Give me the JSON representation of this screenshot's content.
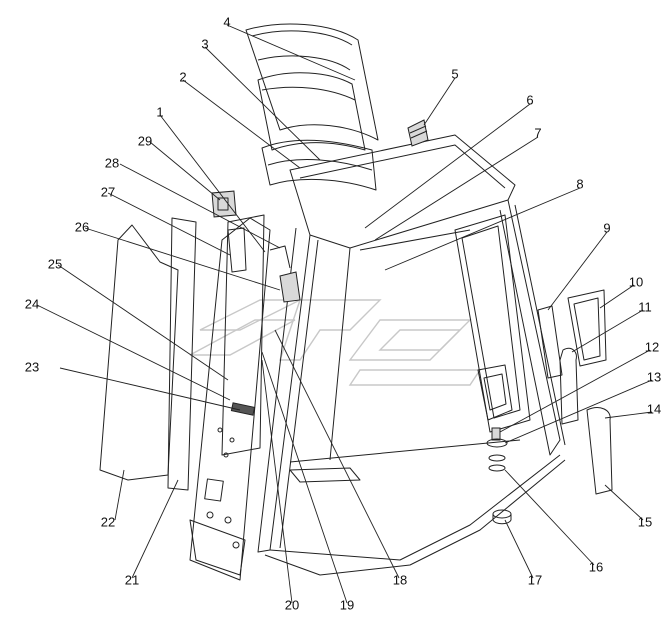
{
  "diagram": {
    "callouts": [
      {
        "label": "1"
      },
      {
        "label": "2"
      },
      {
        "label": "3"
      },
      {
        "label": "4"
      },
      {
        "label": "5"
      },
      {
        "label": "6"
      },
      {
        "label": "7"
      },
      {
        "label": "8"
      },
      {
        "label": "9"
      },
      {
        "label": "10"
      },
      {
        "label": "11"
      },
      {
        "label": "12"
      },
      {
        "label": "13"
      },
      {
        "label": "14"
      },
      {
        "label": "15"
      },
      {
        "label": "16"
      },
      {
        "label": "17"
      },
      {
        "label": "18"
      },
      {
        "label": "19"
      },
      {
        "label": "20"
      },
      {
        "label": "21"
      },
      {
        "label": "22"
      },
      {
        "label": "23"
      },
      {
        "label": "24"
      },
      {
        "label": "25"
      },
      {
        "label": "26"
      },
      {
        "label": "27"
      },
      {
        "label": "28"
      },
      {
        "label": "29"
      }
    ]
  }
}
